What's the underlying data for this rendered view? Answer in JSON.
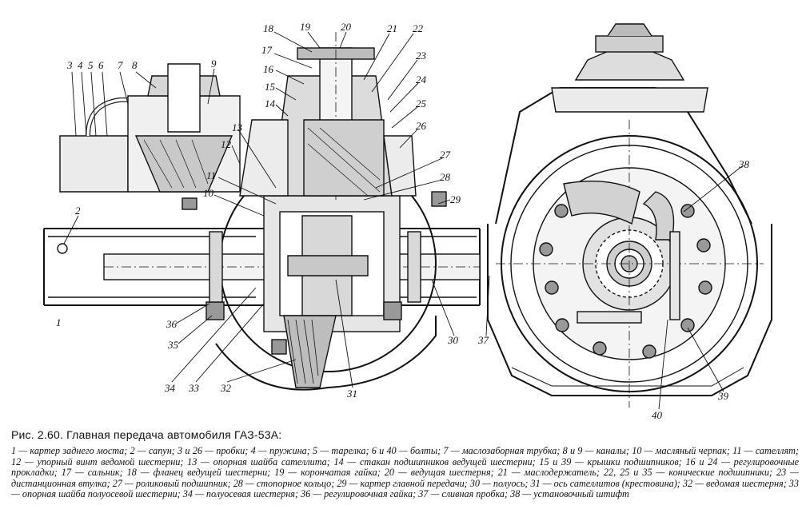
{
  "callouts": [
    "1",
    "2",
    "3",
    "4",
    "5",
    "6",
    "7",
    "8",
    "9",
    "10",
    "11",
    "12",
    "13",
    "14",
    "15",
    "16",
    "17",
    "18",
    "19",
    "20",
    "21",
    "22",
    "23",
    "24",
    "25",
    "26",
    "27",
    "28",
    "29",
    "30",
    "31",
    "32",
    "33",
    "34",
    "35",
    "36",
    "37",
    "38",
    "39",
    "40"
  ],
  "caption": {
    "title": "Рис. 2.60. Главная передача автомобиля ГАЗ-53А:",
    "legend": "1 — картер заднего моста; 2 — сапун; 3 и 26 — пробки; 4 — пружина; 5 — тарелка; 6 и 40 — болты; 7 — маслозаборная трубка; 8 и 9 — каналы; 10 — масляный черпак; 11 — сателлят; 12 — упорный винт ведомой шестерни; 13 — опорная шайба сателлита; 14 — стакан подшипников ведущей шестерни; 15 и 39 — крышки подшипников; 16 и 24 — регулировочные прокладки; 17 — сальник; 18 — фланец ведущей шестерни; 19 — корончатая гайка; 20 — ведущая шестерня; 21 — маслодержатель; 22, 25 и 35 — конические подшипники; 23 — дистанционная втулка; 27 — роликовый подшипник; 28 — стопорное кольцо; 29 — картер главной передачи; 30 — полуось; 31 — ось сателлитов (крестовина); 32 — ведомая шестерня; 33 — опорная шайба полуосевой шестерни; 34 — полуосевая шестерня; 36 — регулировочная гайка; 37 — сливная пробка; 38 — установочный штифт"
  }
}
